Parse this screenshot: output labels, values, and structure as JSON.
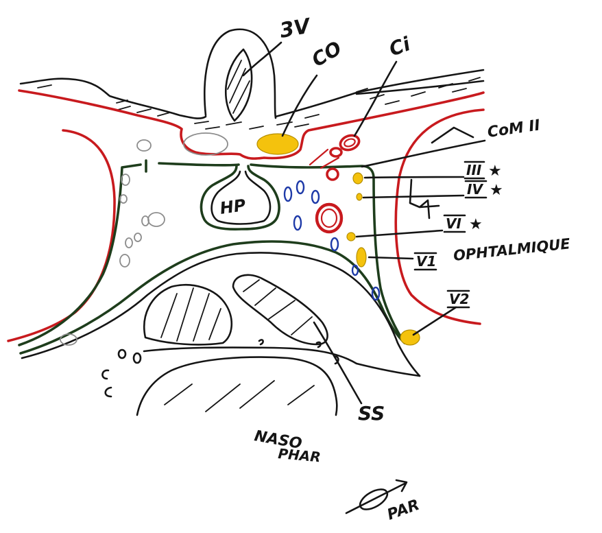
{
  "labels": {
    "third_ventricle": "3V",
    "optic_chiasm": "CO",
    "internal_carotid": "Ci",
    "communicating": "CoM II",
    "nerve_iii": "III",
    "nerve_iv": "IV",
    "nerve_vi": "VI",
    "nerve_v1": "V1",
    "ophthalmic": "OPHTALMIQUE",
    "nerve_v2": "V2",
    "pituitary": "HP",
    "sphenoid_sinus": "SS",
    "naso": "NASO",
    "phar": "PHAR",
    "star": "★"
  },
  "signature": "PAR",
  "colors": {
    "ink": "#151515",
    "red": "#c81a1e",
    "green": "#1e3d1c",
    "blue": "#1e3aa8",
    "yellow": "#f4c20d",
    "gray": "#8c8c8c",
    "paper": "#ffffff"
  }
}
